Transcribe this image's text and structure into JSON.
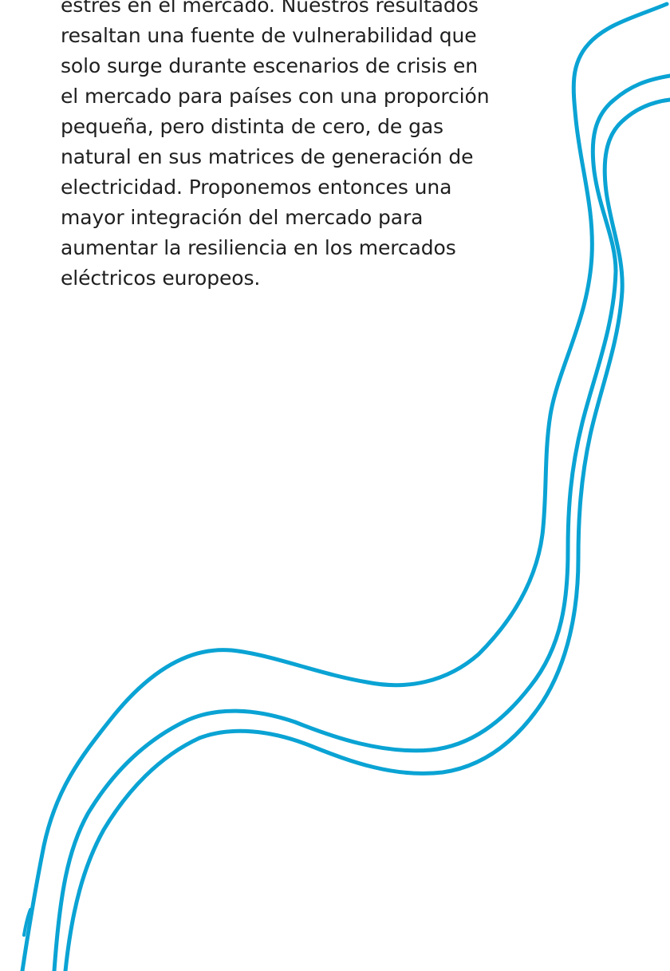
{
  "paragraph": {
    "lines": [
      "estrés en el mercado. Nuestros resultados",
      "resaltan una fuente de vulnerabilidad que",
      "solo surge durante escenarios de crisis en",
      "el mercado para países con una proporción",
      "pequeña, pero distinta de cero, de gas",
      "natural en sus matrices de generación de",
      "electricidad. Proponemos entonces una",
      "mayor integración del mercado para",
      "aumentar la resiliencia en los mercados",
      "eléctricos europeos."
    ]
  },
  "colors": {
    "text": "#1f1f1f",
    "accent": "#0aa3d4",
    "background": "#ffffff"
  }
}
